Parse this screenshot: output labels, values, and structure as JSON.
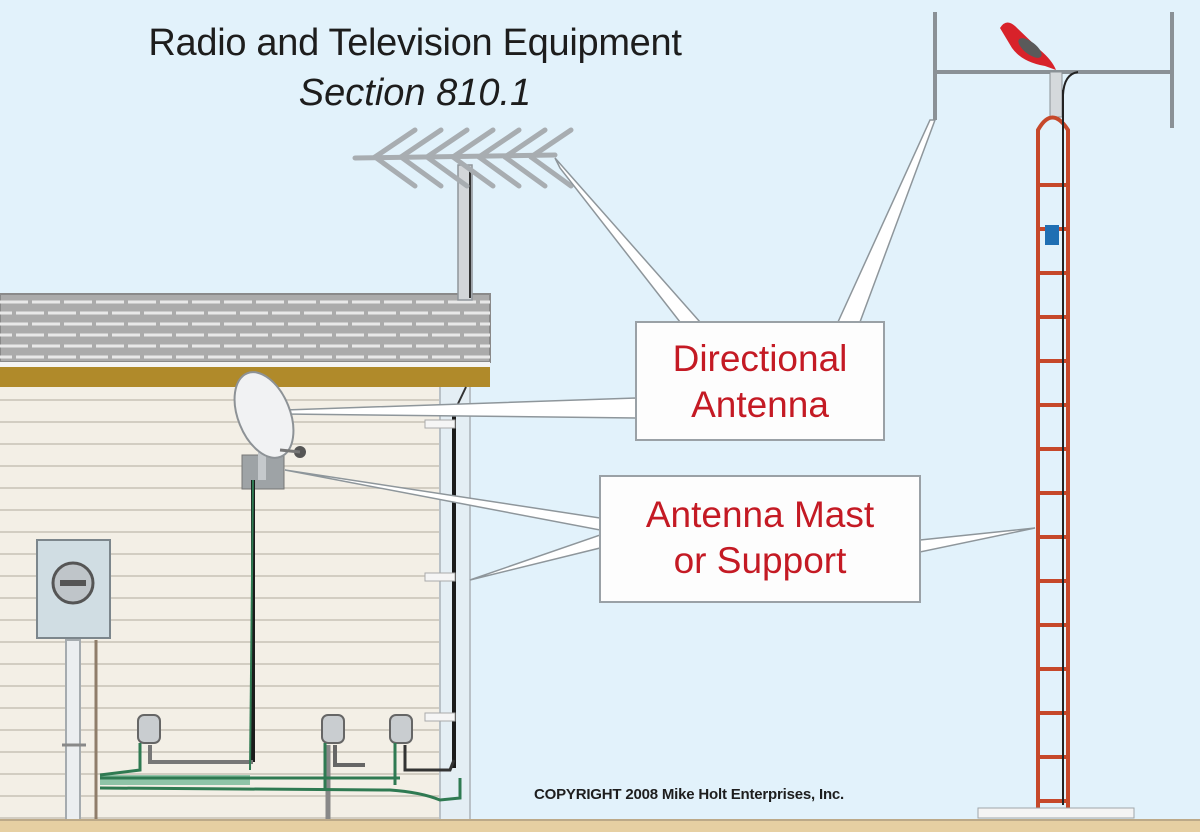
{
  "title": {
    "main": "Radio and Television Equipment",
    "section": "Section 810.1"
  },
  "callouts": [
    {
      "id": "directional-antenna",
      "lines": [
        "Directional",
        "Antenna"
      ]
    },
    {
      "id": "antenna-mast",
      "lines": [
        "Antenna Mast",
        "or Support"
      ]
    }
  ],
  "copyright": "COPYRIGHT 2008  Mike Holt Enterprises, Inc.",
  "colors": {
    "sky": "#e2f2fb",
    "callout_text": "#c41a24",
    "siding": "#f3efe6",
    "fascia": "#b08a2a",
    "roof": "#a9a9a9",
    "tower": "#c6482a",
    "ground": "#e6cfa2",
    "ground_wire": "#2f7a52",
    "bird": "#d8222a"
  },
  "illustration": {
    "elements": [
      "yagi-antenna",
      "house-mast",
      "satellite-dish",
      "meter-base",
      "grounding-blocks",
      "lattice-tower",
      "tower-antenna",
      "bird"
    ]
  }
}
